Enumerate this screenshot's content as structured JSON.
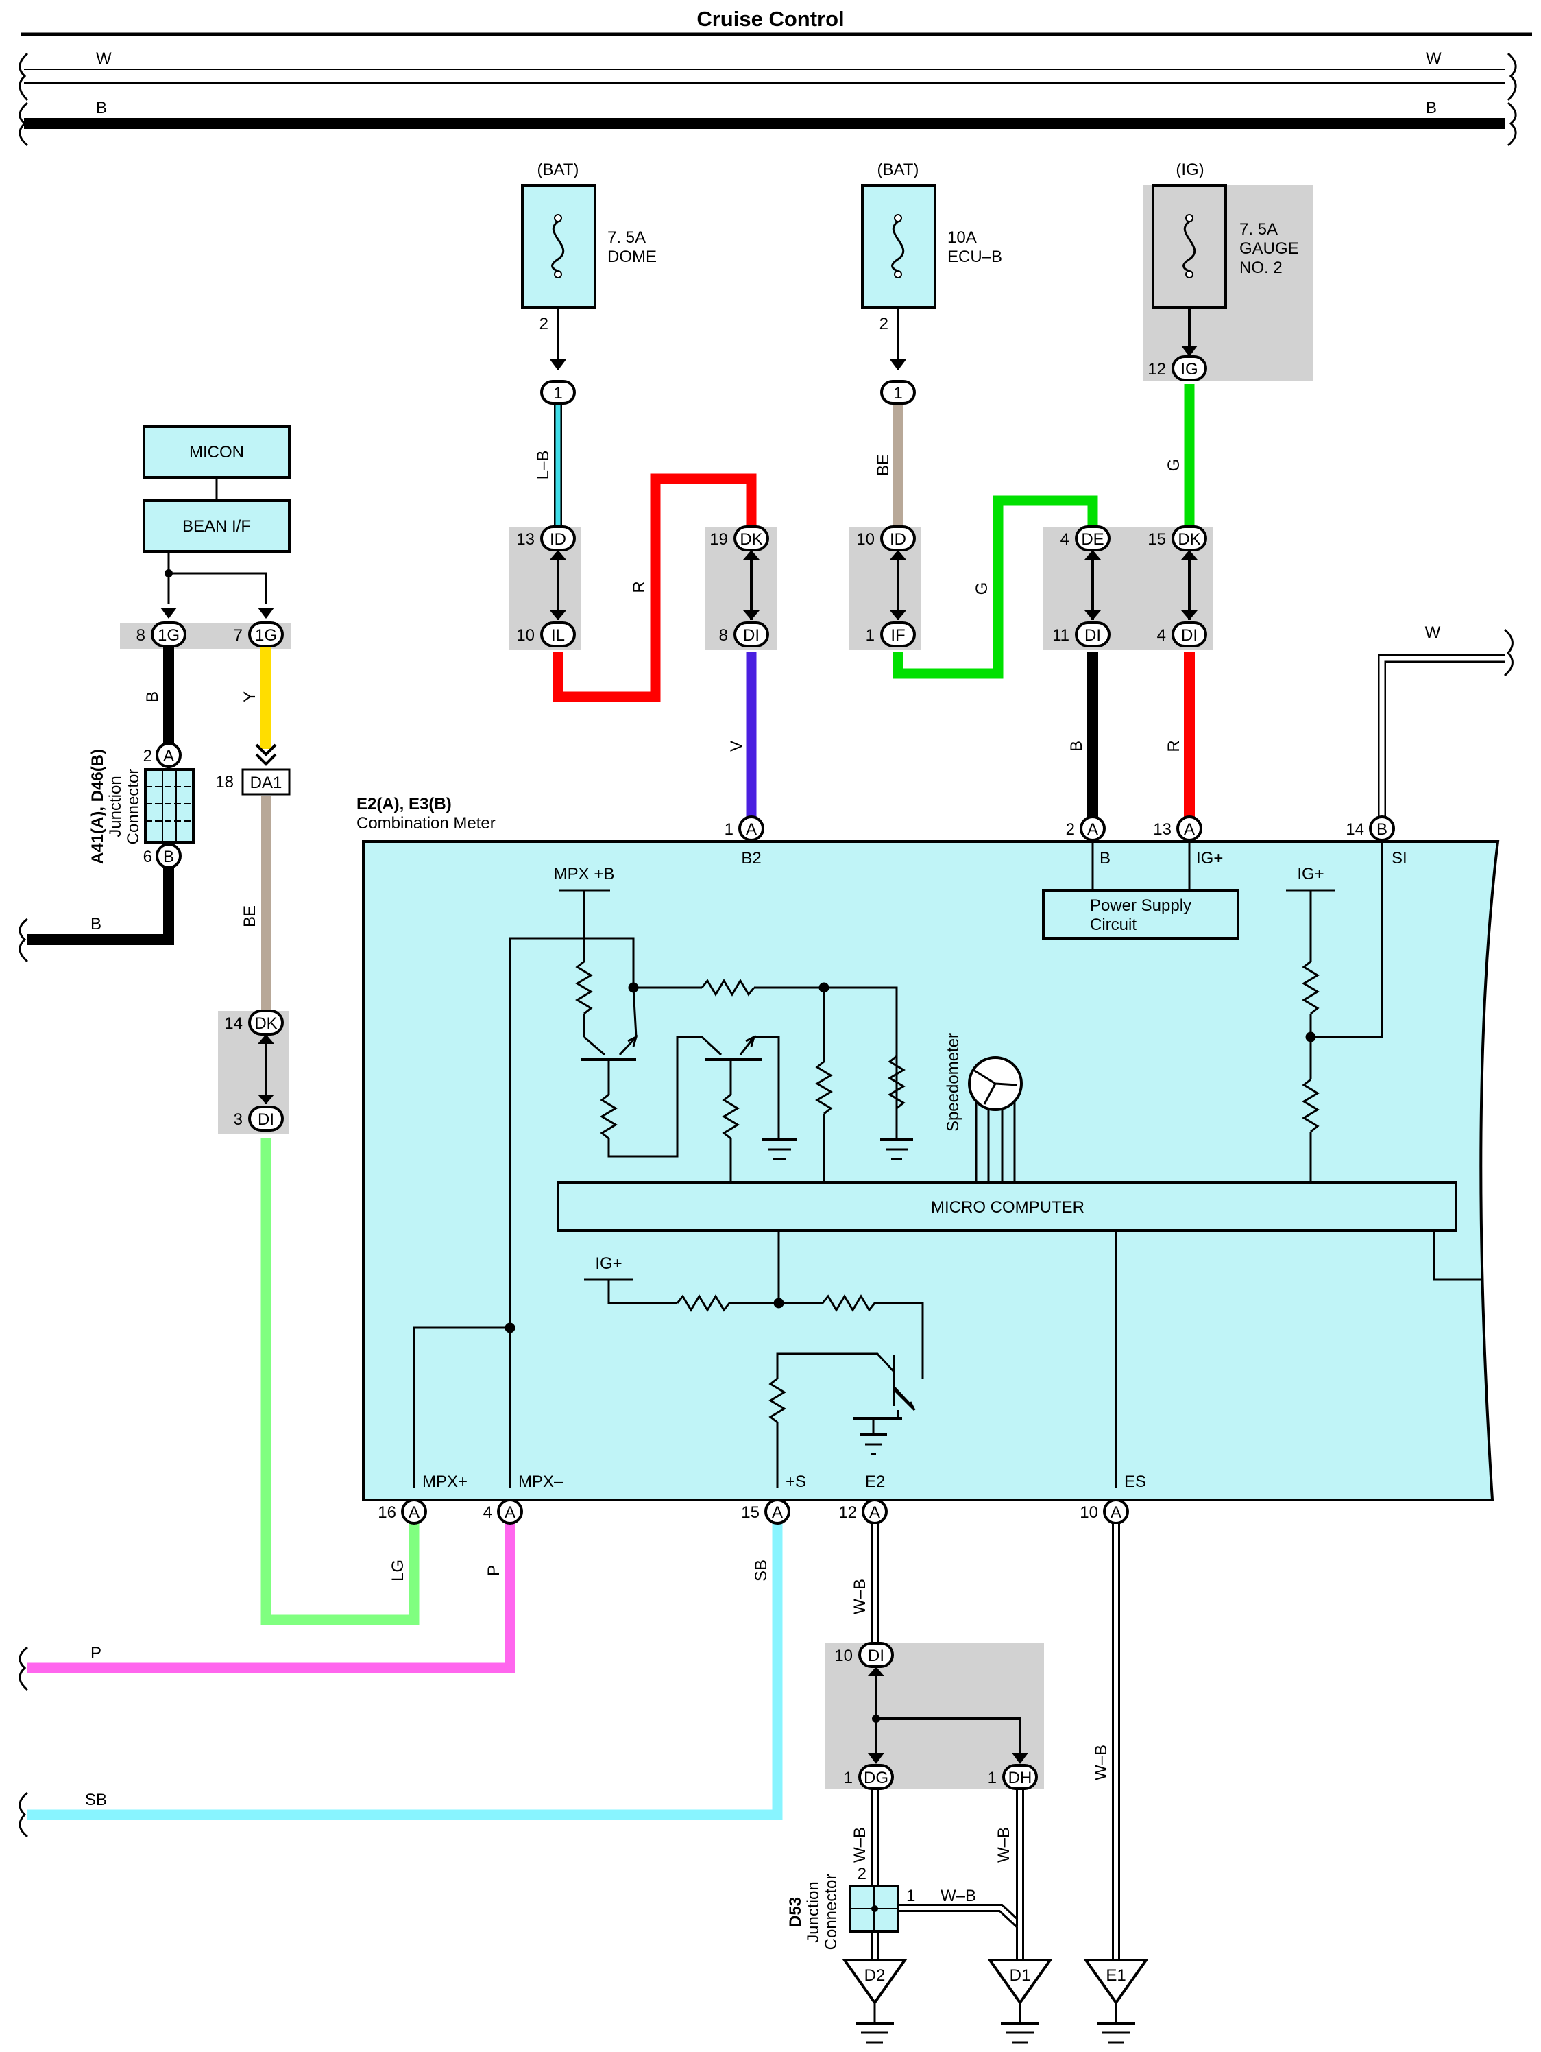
{
  "title": "Cruise Control",
  "colors": {
    "panel": "#c0f4f7",
    "gray_box": "#d2d2d2",
    "wire_black": "#000000",
    "wire_red": "#ff0000",
    "wire_green": "#00e000",
    "wire_light_green": "#80ff80",
    "wire_violet": "#4a1fe0",
    "wire_beige": "#b8a898",
    "wire_yellow": "#ffdd00",
    "wire_pink": "#ff66ee",
    "wire_sky_blue": "#88f4ff",
    "wire_cyan": "#40dde8"
  },
  "bus": {
    "w_label": "W",
    "b_label": "B"
  },
  "fuses": [
    {
      "source": "(BAT)",
      "rating": "7. 5A",
      "name": "DOME",
      "name2": "",
      "pin": "2"
    },
    {
      "source": "(BAT)",
      "rating": "10A",
      "name": "ECU–B",
      "name2": "",
      "pin": "2"
    },
    {
      "source": "(IG)",
      "rating": "7. 5A",
      "name": "GAUGE",
      "name2": "NO. 2",
      "pin": ""
    }
  ],
  "left_module": {
    "micon": "MICON",
    "bean": "BEAN I/F"
  },
  "junction_connector": {
    "code": "A41(A), D46(B)",
    "line1": "Junction",
    "line2": "Connector"
  },
  "meter": {
    "code": "E2(A), E3(B)",
    "name": "Combination Meter"
  },
  "wire_codes": {
    "lb": "L–B",
    "r": "R",
    "v": "V",
    "be": "BE",
    "g": "G",
    "b": "B",
    "y": "Y",
    "lg": "LG",
    "p": "P",
    "sb": "SB",
    "wb": "W–B",
    "w": "W"
  },
  "connectors": [
    {
      "pin": "1",
      "id": "1"
    },
    {
      "pin": "13",
      "id": "ID"
    },
    {
      "pin": "10",
      "id": "IL"
    },
    {
      "pin": "19",
      "id": "DK"
    },
    {
      "pin": "8",
      "id": "DI"
    },
    {
      "pin": "10",
      "id": "ID"
    },
    {
      "pin": "1",
      "id": "IF"
    },
    {
      "pin": "4",
      "id": "DE"
    },
    {
      "pin": "11",
      "id": "DI"
    },
    {
      "pin": "15",
      "id": "DK"
    },
    {
      "pin": "4",
      "id": "DI"
    },
    {
      "pin": "12",
      "id": "IG"
    },
    {
      "pin": "8",
      "id": "1G"
    },
    {
      "pin": "7",
      "id": "1G"
    },
    {
      "pin": "2",
      "id": "A"
    },
    {
      "pin": "6",
      "id": "B"
    },
    {
      "pin": "18",
      "id": "DA1"
    },
    {
      "pin": "14",
      "id": "DK"
    },
    {
      "pin": "3",
      "id": "DI"
    },
    {
      "pin": "10",
      "id": "DI"
    },
    {
      "pin": "1",
      "id": "DG"
    },
    {
      "pin": "1",
      "id": "DH"
    }
  ],
  "meter_pins_top": [
    {
      "pin": "1",
      "id": "A",
      "name": "B2"
    },
    {
      "pin": "2",
      "id": "A",
      "name": "B"
    },
    {
      "pin": "13",
      "id": "A",
      "name": "IG+"
    },
    {
      "pin": "14",
      "id": "B",
      "name": "SI"
    }
  ],
  "meter_pins_bottom": [
    {
      "pin": "16",
      "id": "A",
      "name": "MPX+"
    },
    {
      "pin": "4",
      "id": "A",
      "name": "MPX–"
    },
    {
      "pin": "15",
      "id": "A",
      "name": "+S"
    },
    {
      "pin": "12",
      "id": "A",
      "name": "E2"
    },
    {
      "pin": "10",
      "id": "A",
      "name": "ES"
    }
  ],
  "internal": {
    "mpx_b": "MPX +B",
    "ig_plus": "IG+",
    "power_supply_1": "Power Supply",
    "power_supply_2": "Circuit",
    "speedometer": "Speedometer",
    "micro": "MICRO COMPUTER"
  },
  "d53": {
    "code": "D53",
    "line1": "Junction",
    "line2": "Connector",
    "pin2": "2",
    "pin1": "1"
  },
  "grounds": [
    "D2",
    "D1",
    "E1"
  ]
}
